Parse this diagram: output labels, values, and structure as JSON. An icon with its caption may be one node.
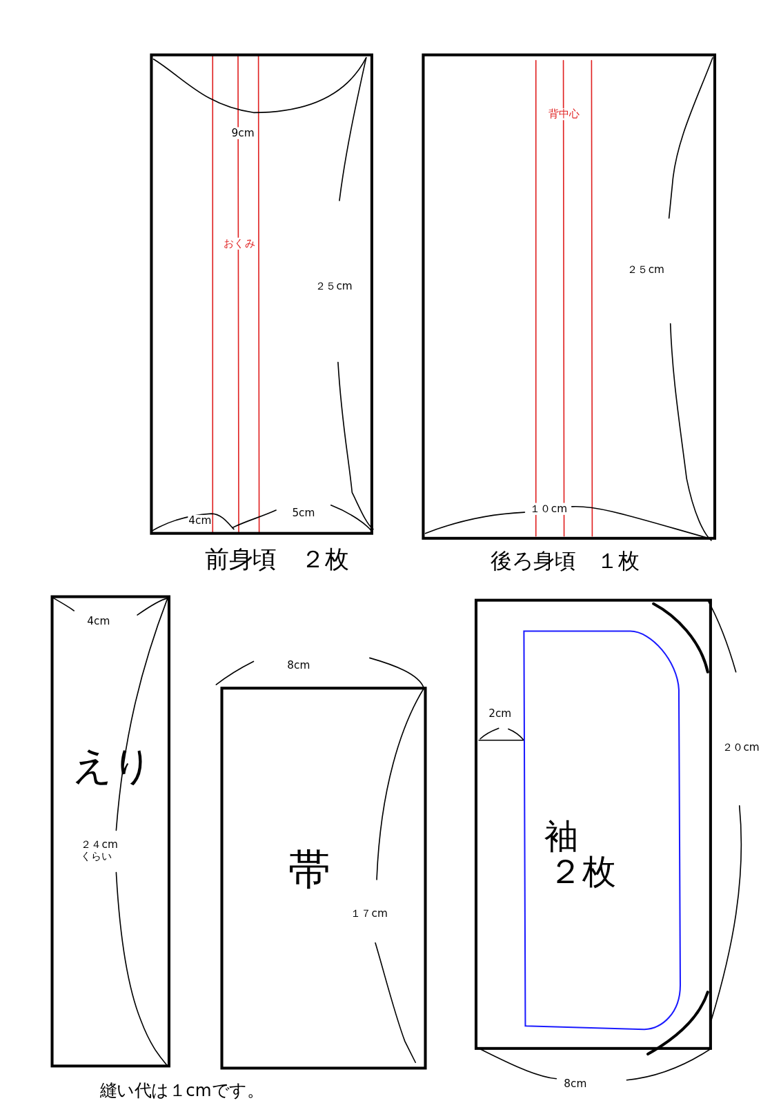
{
  "diagram": {
    "caption": "縫い代は１cmです。",
    "nodes": [
      {
        "text": [
          "前身頃　２枚"
        ]
      },
      {
        "text": [
          "後ろ身頃　１枚"
        ]
      },
      {
        "text": [
          "えり"
        ]
      },
      {
        "text": [
          "帯"
        ]
      },
      {
        "text": [
          "袖",
          "２枚"
        ]
      }
    ],
    "labels": [
      "9cm",
      "おくみ",
      "２５cm",
      "4cm",
      "5cm",
      "背中心",
      "２５cm",
      "１０cm",
      "4cm",
      "２４cm",
      "くらい",
      "8cm",
      "１７cm",
      "2cm",
      "２０cm",
      "8cm"
    ]
  }
}
